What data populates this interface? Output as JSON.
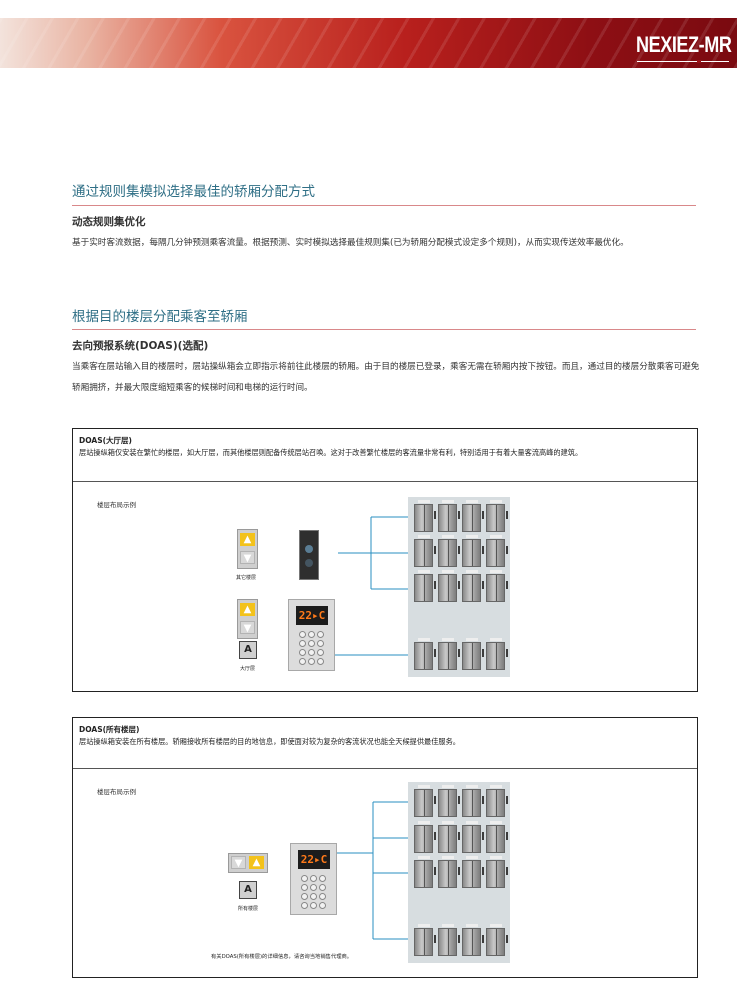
{
  "brand": "NEXIEZ-MR",
  "section1": {
    "heading": "通过规则集模拟选择最佳的轿厢分配方式",
    "subheading": "动态规则集优化",
    "body": "基于实时客流数据，每隔几分钟预测乘客流量。根据预测、实时模拟选择最佳规则集(已为轿厢分配模式设定多个规则)，从而实现传送效率最优化。"
  },
  "section2": {
    "heading": "根据目的楼层分配乘客至轿厢",
    "subheading": "去向预报系统(DOAS)(选配)",
    "body": "当乘客在层站输入目的楼层时，层站操纵箱会立即指示将前往此楼层的轿厢。由于目的楼层已登录，乘客无需在轿厢内按下按钮。而且，通过目的楼层分散乘客可避免轿厢拥挤，并最大限度缩短乘客的候梯时间和电梯的运行时间。"
  },
  "box1": {
    "title": "DOAS(大厅层)",
    "desc": "层站操纵箱仅安装在繁忙的楼层，如大厅层，而其他楼层则配备传统层站召唤。这对于改善繁忙楼层的客流量非常有利，特别适用于有着大量客流高峰的建筑。",
    "layout_label": "楼层布局示例",
    "caption_other": "其它楼层",
    "caption_lobby": "大厅层",
    "display": "22▸C",
    "a_button": "A"
  },
  "box2": {
    "title": "DOAS(所有楼层)",
    "desc": "层站操纵箱安装在所有楼层。轿厢接收所有楼层的目的地信息，即使面对较为复杂的客流状况也能全天候提供最佳服务。",
    "layout_label": "楼层布局示例",
    "caption_all": "所有楼层",
    "display": "22▸C",
    "a_button": "A",
    "note": "有关DOAS(所有楼层)的详细信息，请咨询当地销售代理商。"
  },
  "icons": {
    "up": "▲",
    "down": "▼"
  },
  "colors": {
    "heading": "#2f6f86",
    "rule": "#d9888a",
    "connector": "#2a8fc1",
    "hall_up": "#f3c21b",
    "display_text": "#ff7a1a"
  }
}
